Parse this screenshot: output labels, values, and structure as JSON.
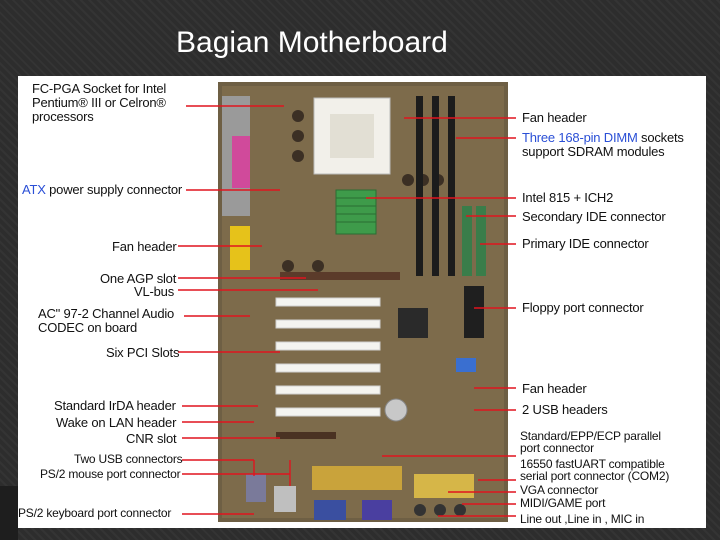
{
  "slide": {
    "title": "Bagian Motherboard"
  },
  "colors": {
    "leader": "#e0141e",
    "board": "#7a6a4a",
    "accent_blue": "#2a4fd6"
  },
  "labels_left": [
    {
      "id": "cpu-socket",
      "lines": [
        "FC-PGA Socket for Intel",
        "Pentium® III or Celron®",
        "processors"
      ]
    },
    {
      "id": "atx-power",
      "prefix": "ATX",
      "text": " power supply connector"
    },
    {
      "id": "fan-header-left",
      "text": "Fan header"
    },
    {
      "id": "agp-slot",
      "text": "One AGP slot"
    },
    {
      "id": "vl-bus",
      "text": "VL-bus"
    },
    {
      "id": "ac97",
      "lines": [
        "AC\" 97-2 Channel Audio",
        "CODEC on board"
      ]
    },
    {
      "id": "pci-slots",
      "text": "Six PCI Slots"
    },
    {
      "id": "irda",
      "text": "Standard IrDA header"
    },
    {
      "id": "wol",
      "text": "Wake on LAN header"
    },
    {
      "id": "cnr",
      "text": "CNR slot"
    },
    {
      "id": "usb-left",
      "text": "Two USB connectors"
    },
    {
      "id": "ps2-mouse",
      "text": "PS/2 mouse port connector"
    },
    {
      "id": "ps2-keyboard",
      "text": "PS/2 keyboard port connector"
    }
  ],
  "labels_right": [
    {
      "id": "fan-header-top",
      "text": "Fan header"
    },
    {
      "id": "dimm",
      "prefix": "Three 168-pin DIMM",
      "text": " sockets",
      "line2": "support SDRAM modules"
    },
    {
      "id": "chipset",
      "text": "Intel 815 + ICH2"
    },
    {
      "id": "ide-secondary",
      "text": "Secondary IDE connector"
    },
    {
      "id": "ide-primary",
      "text": "Primary IDE connector"
    },
    {
      "id": "floppy",
      "text": "Floppy port connector"
    },
    {
      "id": "fan-header-bottom",
      "text": "Fan header"
    },
    {
      "id": "usb-headers",
      "text": "2 USB headers"
    },
    {
      "id": "parallel",
      "lines": [
        "Standard/EPP/ECP parallel",
        "port connector"
      ]
    },
    {
      "id": "serial",
      "lines": [
        "16550 fastUART compatible",
        "serial port connector (COM2)"
      ]
    },
    {
      "id": "vga",
      "text": "VGA connector"
    },
    {
      "id": "midi",
      "text": "MIDI/GAME port"
    },
    {
      "id": "audio-jacks",
      "text": "Line out ,Line in , MIC in"
    }
  ]
}
